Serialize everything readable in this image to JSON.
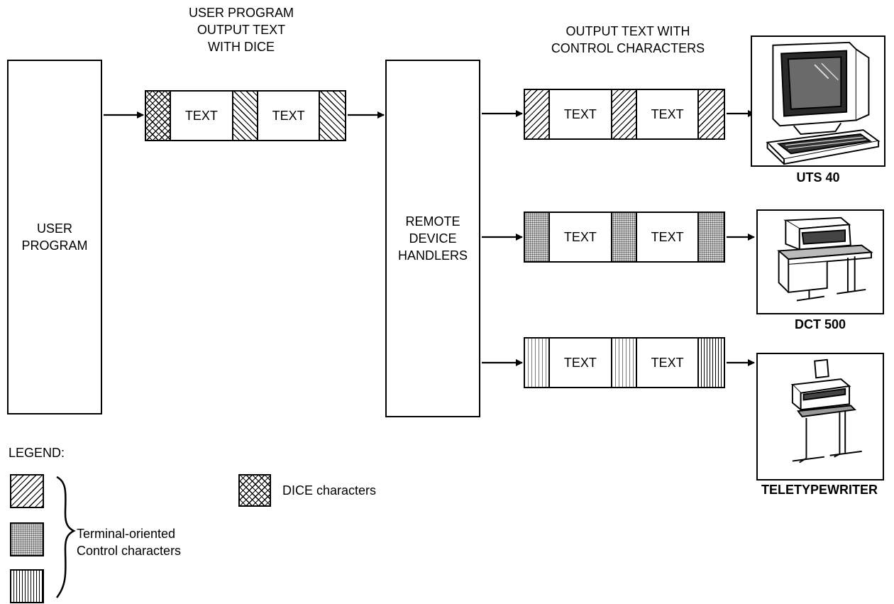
{
  "labels": {
    "user_output_title": [
      "USER PROGRAM",
      "OUTPUT TEXT",
      "WITH DICE"
    ],
    "control_output_title": [
      "OUTPUT TEXT WITH",
      "CONTROL CHARACTERS"
    ]
  },
  "boxes": {
    "user_program": [
      "USER",
      "PROGRAM"
    ],
    "handlers": [
      "REMOTE",
      "DEVICE",
      "HANDLERS"
    ]
  },
  "strips": {
    "dice": [
      "TEXT",
      "TEXT"
    ],
    "uts": [
      "TEXT",
      "TEXT"
    ],
    "dct": [
      "TEXT",
      "TEXT"
    ],
    "tty": [
      "TEXT",
      "TEXT"
    ]
  },
  "devices": {
    "uts": "UTS 40",
    "dct": "DCT 500",
    "tty": "TELETYPEWRITER"
  },
  "legend": {
    "title": "LEGEND:",
    "terminal_text": [
      "Terminal-oriented",
      "Control characters"
    ],
    "dice_text": "DICE characters"
  }
}
